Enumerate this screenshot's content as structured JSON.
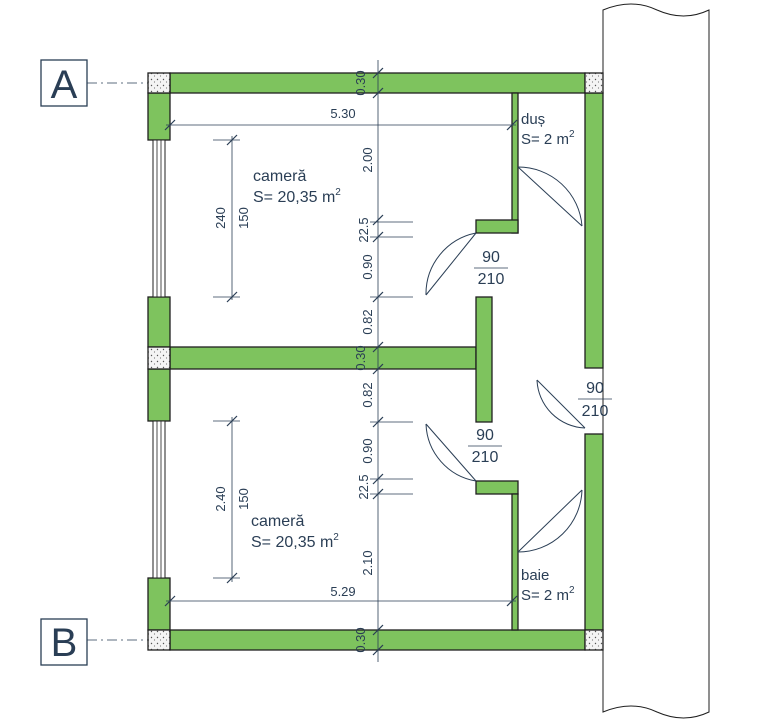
{
  "axes": {
    "a": "A",
    "b": "B"
  },
  "rooms": [
    {
      "name": "cameră",
      "area": "S= 20,35 m",
      "sup": "2"
    },
    {
      "name": "cameră",
      "area": "S= 20,35 m",
      "sup": "2"
    },
    {
      "name": "duș",
      "area": "S= 2 m",
      "sup": "2"
    },
    {
      "name": "baie",
      "area": "S= 2 m",
      "sup": "2"
    }
  ],
  "doors": [
    {
      "width": "90",
      "height": "210"
    },
    {
      "width": "90",
      "height": "210"
    },
    {
      "width": "90",
      "height": "210"
    }
  ],
  "windows": [
    {
      "width": "240",
      "height": "150"
    },
    {
      "width": "2.40",
      "height": "150"
    }
  ],
  "dimensions": {
    "wall_top": "0.30",
    "wall_mid": "0.30",
    "wall_bottom": "0.30",
    "width_top": "5.30",
    "width_bottom": "5.29",
    "v_upper_room": "2.00",
    "v_upper_jamb": "22.5",
    "v_upper_door": "0.90",
    "v_upper_gap": "0.82",
    "v_lower_gap": "0.82",
    "v_lower_door": "0.90",
    "v_lower_jamb": "22.5",
    "v_lower_room": "2.10"
  }
}
